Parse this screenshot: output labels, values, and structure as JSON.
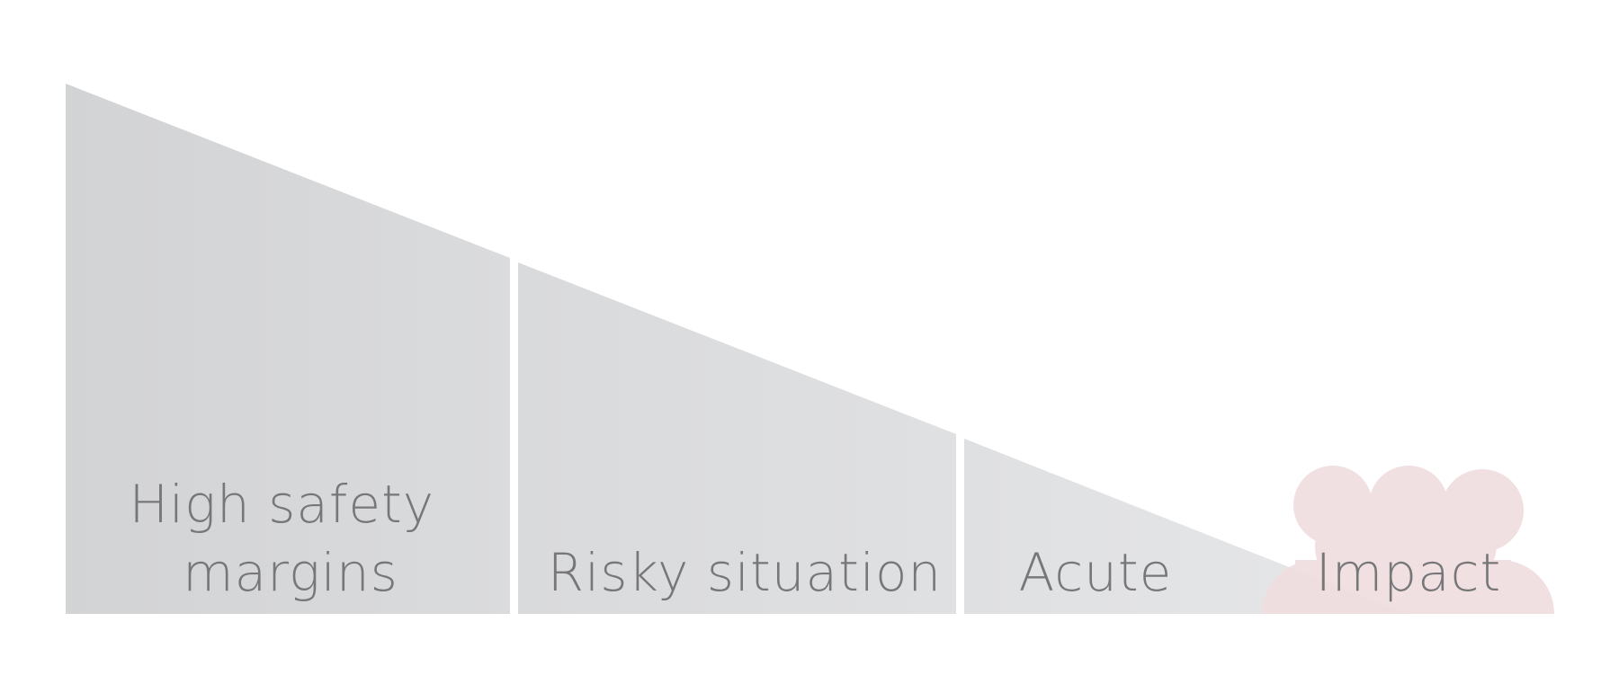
{
  "diagram": {
    "stages": [
      {
        "lines": [
          "High safety",
          "margins"
        ]
      },
      {
        "lines": [
          "Risky situation"
        ]
      },
      {
        "lines": [
          "Acute"
        ]
      },
      {
        "lines": [
          "Impact"
        ]
      }
    ],
    "colors": {
      "wedge_dark": "#d3d4d6",
      "wedge_mid": "#dcdddf",
      "wedge_light": "#e4e5e6",
      "impact_cloud": "#f0dedf",
      "label": "#77777a",
      "background": "#ffffff"
    }
  }
}
